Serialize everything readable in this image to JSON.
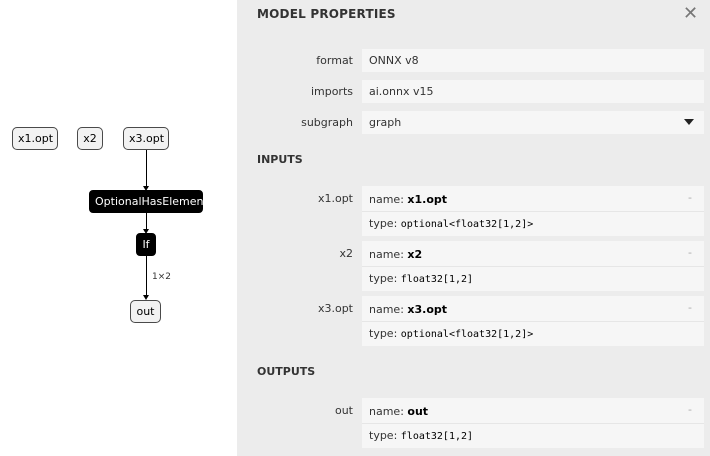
{
  "graph": {
    "inputs": [
      "x1.opt",
      "x2",
      "x3.opt"
    ],
    "op": "OptionalHasElement",
    "if_node": "If",
    "edge_label": "1×2",
    "output": "out"
  },
  "sidebar": {
    "title": "MODEL PROPERTIES",
    "close_glyph": "✕",
    "props": {
      "format_label": "format",
      "format_value": "ONNX v8",
      "imports_label": "imports",
      "imports_value": "ai.onnx v15",
      "subgraph_label": "subgraph",
      "subgraph_value": "graph"
    },
    "inputs_header": "INPUTS",
    "outputs_header": "OUTPUTS",
    "name_prefix": "name: ",
    "type_prefix": "type: ",
    "expand_glyph": "-",
    "inputs": [
      {
        "label": "x1.opt",
        "name": "x1.opt",
        "type": "optional<float32[1,2]>"
      },
      {
        "label": "x2",
        "name": "x2",
        "type": "float32[1,2]"
      },
      {
        "label": "x3.opt",
        "name": "x3.opt",
        "type": "optional<float32[1,2]>"
      }
    ],
    "outputs": [
      {
        "label": "out",
        "name": "out",
        "type": "float32[1,2]"
      }
    ]
  }
}
